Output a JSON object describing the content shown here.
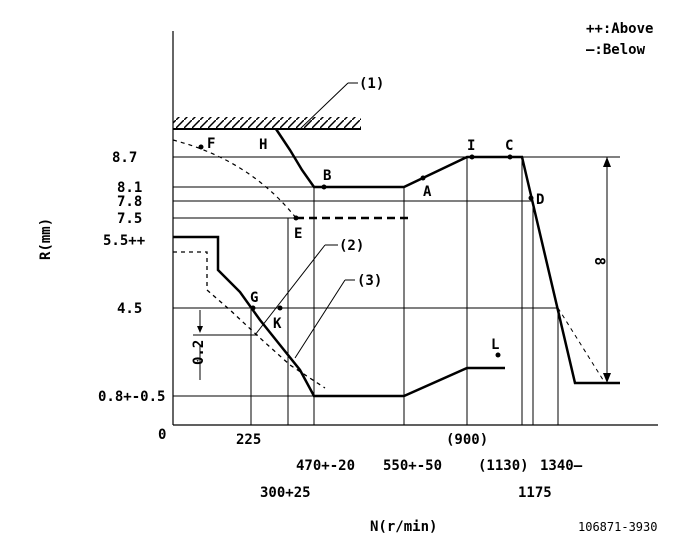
{
  "legend": {
    "above": "++:Above",
    "below": "—:Below"
  },
  "points": {
    "A": "A",
    "B": "B",
    "C": "C",
    "D": "D",
    "E": "E",
    "F": "F",
    "G": "G",
    "H": "H",
    "I": "I",
    "K": "K",
    "L": "L"
  },
  "callouts": {
    "c1": "(1)",
    "c2": "(2)",
    "c3": "(3)"
  },
  "dimension": {
    "eight": "8",
    "zero_two": "0.2"
  },
  "y_ticks": [
    "8.7",
    "8.1",
    "7.8",
    "7.5",
    "5.5++",
    "4.5",
    "0.8+-0.5",
    "0"
  ],
  "x_ticks": [
    "225",
    "470+-20",
    "550+-50",
    "(900)",
    "(1130)",
    "1340—",
    "300+25",
    "1175"
  ],
  "axes": {
    "y_title": "R(mm)",
    "x_title": "N(r/min)"
  },
  "footer": {
    "code": "106871-3930"
  }
}
